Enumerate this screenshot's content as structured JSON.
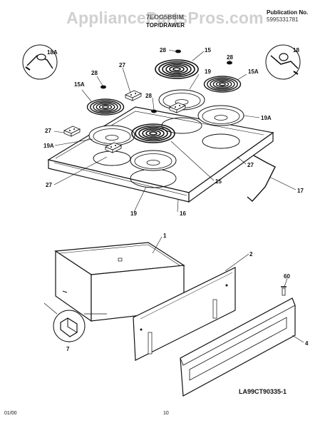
{
  "header": {
    "model": "7EOG5BBIM",
    "section": "TOP/DRAWER",
    "publication_label": "Publication No.",
    "publication_number": "5995331781"
  },
  "watermark": "AppliancePartsPros.com",
  "callouts": {
    "c18A": "18A",
    "c28a": "28",
    "c15a": "15",
    "c28b": "28",
    "c18": "18",
    "c27a": "27",
    "c28c": "28",
    "c19a": "19",
    "c15Aa": "15A",
    "c15Ab": "15A",
    "c28d": "28",
    "c27b": "27",
    "c19Aa": "19A",
    "c19Ab": "19A",
    "c27c": "27",
    "c27d": "27",
    "c15b": "15",
    "c17": "17",
    "c19b": "19",
    "c16": "16",
    "c1": "1",
    "c2": "2",
    "c60": "60",
    "c7": "7",
    "c4": "4"
  },
  "footer": {
    "diagram_id": "LA99CT90335-1",
    "date": "01/00",
    "page": "10"
  }
}
